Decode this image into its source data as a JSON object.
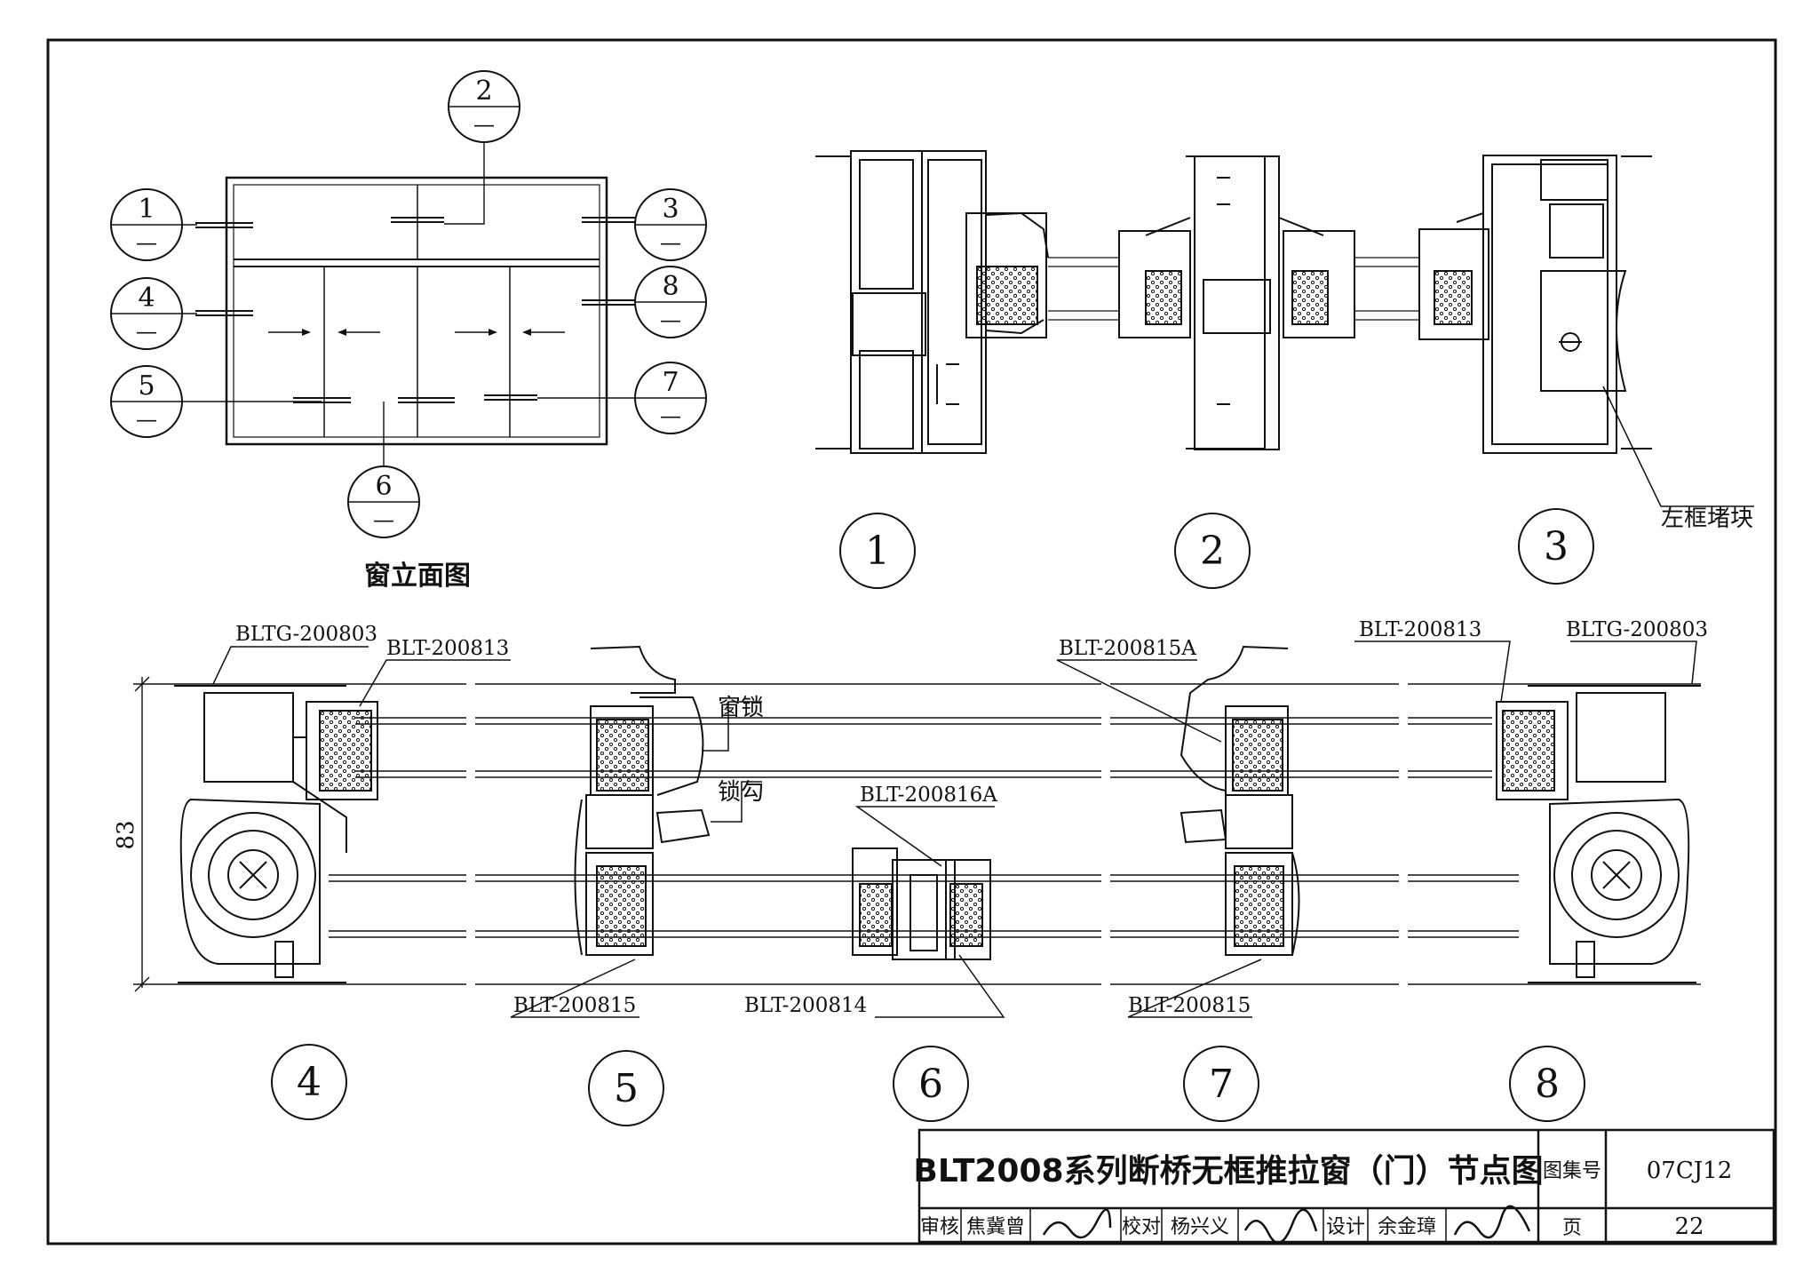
{
  "elevation": {
    "title": "窗立面图",
    "callouts": [
      {
        "id": "c1",
        "num": "1",
        "sub": "—"
      },
      {
        "id": "c2",
        "num": "2",
        "sub": "—"
      },
      {
        "id": "c3",
        "num": "3",
        "sub": "—"
      },
      {
        "id": "c4",
        "num": "4",
        "sub": "—"
      },
      {
        "id": "c5",
        "num": "5",
        "sub": "—"
      },
      {
        "id": "c6",
        "num": "6",
        "sub": "—"
      },
      {
        "id": "c7",
        "num": "7",
        "sub": "—"
      },
      {
        "id": "c8",
        "num": "8",
        "sub": "—"
      }
    ]
  },
  "details": {
    "numbers": [
      "1",
      "2",
      "3",
      "4",
      "5",
      "6",
      "7",
      "8"
    ],
    "labels": {
      "left_frame_block": "左框堵块",
      "window_lock": "窗锁",
      "lock_hook": "锁勾",
      "dim_83": "83",
      "blt_g_200803_left": "BLTG-200803",
      "blt_200813_left": "BLT-200813",
      "blt_200815_left": "BLT-200815",
      "blt_200816a": "BLT-200816A",
      "blt_200814": "BLT-200814",
      "blt_200815a": "BLT-200815A",
      "blt_200813_right": "BLT-200813",
      "blt_g_200803_right": "BLTG-200803",
      "blt_200815_right": "BLT-200815"
    }
  },
  "title_block": {
    "title": "BLT2008系列断桥无框推拉窗（门）节点图",
    "atlas_label": "图集号",
    "atlas_no": "07CJ12",
    "review_label": "审核",
    "review_name": "焦冀曾",
    "check_label": "校对",
    "check_name": "杨兴义",
    "design_label": "设计",
    "design_name": "余金璋",
    "page_label": "页",
    "page_no": "22"
  }
}
